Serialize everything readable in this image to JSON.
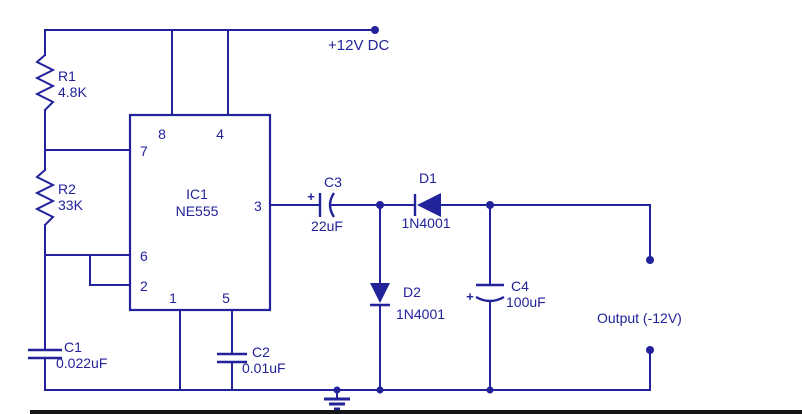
{
  "power": {
    "label": "+12V DC"
  },
  "output": {
    "label": "Output (-12V)"
  },
  "ic": {
    "ref": "IC1",
    "part": "NE555",
    "pins": {
      "p1": "1",
      "p2": "2",
      "p3": "3",
      "p4": "4",
      "p5": "5",
      "p6": "6",
      "p7": "7",
      "p8": "8"
    }
  },
  "components": {
    "r1": {
      "ref": "R1",
      "value": "4.8K"
    },
    "r2": {
      "ref": "R2",
      "value": "33K"
    },
    "c1": {
      "ref": "C1",
      "value": "0.022uF"
    },
    "c2": {
      "ref": "C2",
      "value": "0.01uF"
    },
    "c3": {
      "ref": "C3",
      "value": "22uF",
      "polarity": "+"
    },
    "c4": {
      "ref": "C4",
      "value": "100uF",
      "polarity": "+"
    },
    "d1": {
      "ref": "D1",
      "value": "1N4001"
    },
    "d2": {
      "ref": "D2",
      "value": "1N4001"
    }
  },
  "colors": {
    "wire": "#22229a",
    "text": "#22229a",
    "background": "#ffffff",
    "border": "#161616"
  }
}
